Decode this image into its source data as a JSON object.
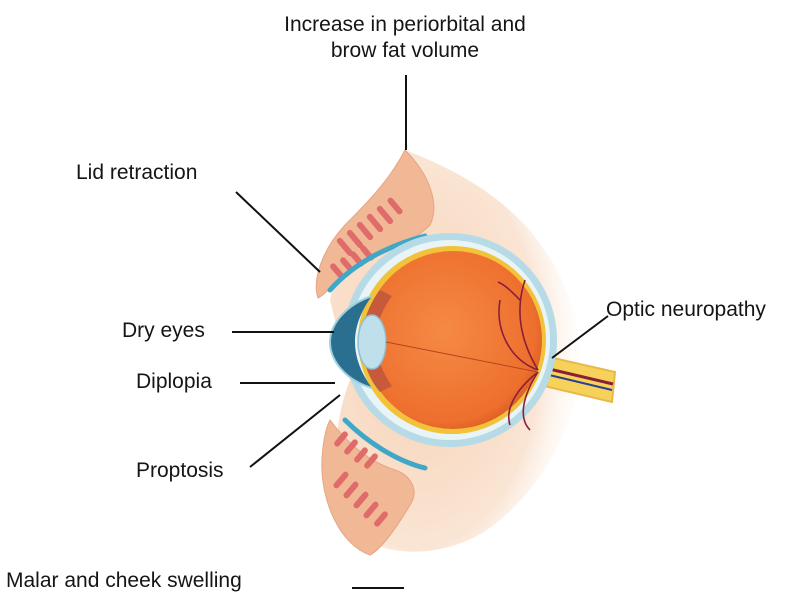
{
  "labels": {
    "brow_fat_line1": "Increase in periorbital and",
    "brow_fat_line2": "brow fat volume",
    "lid_retraction": "Lid retraction",
    "dry_eyes": "Dry eyes",
    "diplopia": "Diplopia",
    "proptosis": "Proptosis",
    "optic_neuropathy": "Optic neuropathy",
    "malar_cheek_swelling": "Malar and cheek swelling"
  },
  "colors": {
    "skin": "#f3c7a4",
    "skin_light": "#f8dcc6",
    "soft_tissue": "#f1b39a",
    "muscle": "#e06b6b",
    "sclera_outer": "#b7dbe6",
    "sclera_inner": "#e9f4f7",
    "globe": "#f07a3a",
    "globe_dark": "#d85a22",
    "cornea": "#2a6f8f",
    "lens": "#bfe0ea",
    "nerve_yellow": "#f6d25a",
    "vessel": "#8a1f3a",
    "lid_membrane": "#3fa7c7",
    "leader": "#111111"
  }
}
